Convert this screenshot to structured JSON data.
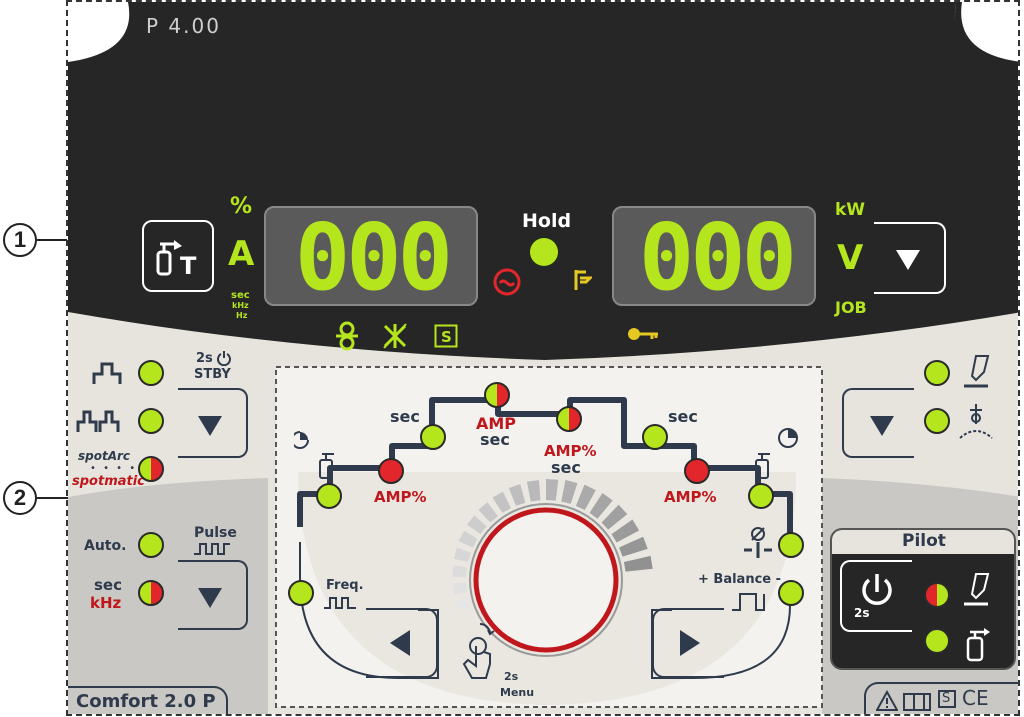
{
  "display_panel": {
    "program": "P 4.00",
    "left_display": "000",
    "right_display": "000",
    "left_units": {
      "percent": "%",
      "amp": "A",
      "sec": "sec",
      "khz": "kHz",
      "hz": "Hz"
    },
    "right_units": {
      "kw": "kW",
      "volt": "V",
      "job": "JOB"
    },
    "hold_label": "Hold",
    "colors": {
      "panel": "#262626",
      "segment": "#b5e61d",
      "segment_bg": "#5a5a5a"
    }
  },
  "callouts": {
    "one": "1",
    "two": "2"
  },
  "left_controls": {
    "stby_label": "2s",
    "stby_sub": "STBY",
    "spotarc": "spotArc",
    "spotmatic": "spotmatic",
    "auto": "Auto.",
    "pulse": "Pulse",
    "sec": "sec",
    "khz": "kHz"
  },
  "sequence": {
    "sec_left": "sec",
    "amp_top": "AMP",
    "sec_top": "sec",
    "amp_pct_mid": "AMP%",
    "sec_mid": "sec",
    "sec_right": "sec",
    "amp_pct_left": "AMP%",
    "amp_pct_right": "AMP%",
    "freq": "Freq.",
    "balance": "+ Balance -",
    "menu_time": "2s",
    "menu": "Menu"
  },
  "pilot": {
    "title": "Pilot",
    "time": "2s"
  },
  "footer": {
    "model": "Comfort 2.0 P",
    "s_mark": "S",
    "ce_mark": "CE"
  },
  "accent_colors": {
    "led_green": "#b5e61d",
    "led_red": "#e3262b",
    "label_red": "#c0171d",
    "label_dark": "#2f3b4c"
  }
}
